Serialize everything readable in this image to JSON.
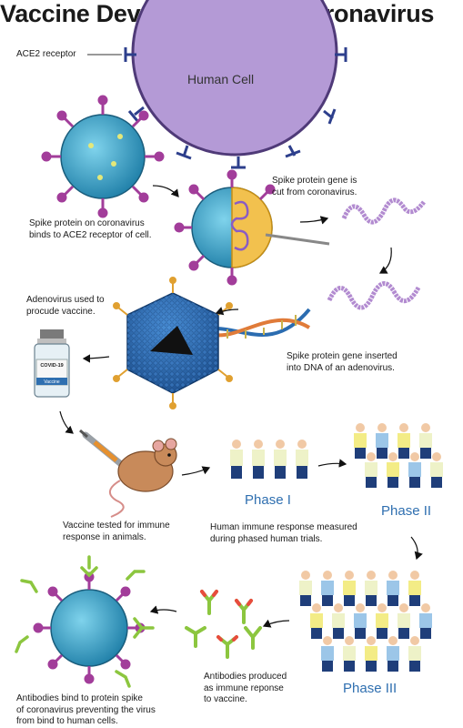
{
  "title": "Vaccine Development for Coronavirus",
  "labels": {
    "ace2": "ACE2 receptor",
    "human_cell": "Human Cell",
    "spike_binds": "Spike protein on coronavirus\nbinds to ACE2 receptor of cell.",
    "gene_cut": "Spike protein gene is\ncut from coronavirus.",
    "adenovirus_used": "Adenovirus used to\nprocude vaccine.",
    "gene_inserted": "Spike protein gene inserted\ninto DNA of an adenovirus.",
    "vaccine_tested": "Vaccine tested for immune\nresponse in animals.",
    "human_immune": "Human immune response measured\nduring phased human trials.",
    "antibodies_produced": "Antibodies produced\nas immune reponse\nto vaccine.",
    "antibodies_bind": "Antibodies bind to protein spike\nof coronavirus preventing the virus\nfrom bind to human cells.",
    "vial_text": "COVID-19",
    "vial_sub": "Vaccine"
  },
  "phases": {
    "p1": "Phase I",
    "p2": "Phase II",
    "p3": "Phase III"
  },
  "colors": {
    "cell": "#b49ad6",
    "virus": "#3aa7c9",
    "spike": "#a23d9a",
    "dna": "#b28bd0",
    "adenovirus": "#2f6db5",
    "phase_text": "#2f6fb0"
  }
}
